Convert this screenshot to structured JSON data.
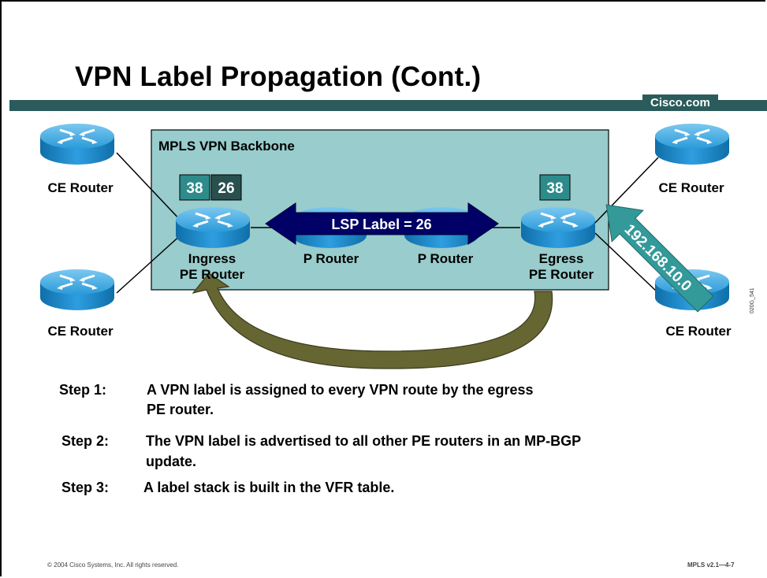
{
  "slide": {
    "title": "VPN Label Propagation (Cont.)",
    "brand": "Cisco.com",
    "copyright": "© 2004 Cisco Systems, Inc. All rights reserved.",
    "course_ref": "MPLS v2.1—4-7",
    "figure_id": "020G_541"
  },
  "diagram": {
    "backbone_label": "MPLS VPN Backbone",
    "lsp_label": "LSP Label = 26",
    "route_label": "192.168.10.0",
    "ingress_labels": [
      "38",
      "26"
    ],
    "egress_label": "38",
    "routers": {
      "ce_top_left": "CE Router",
      "ce_bottom_left": "CE Router",
      "ce_top_right": "CE Router",
      "ce_bottom_right": "CE Router",
      "ingress_line1": "Ingress",
      "ingress_line2": "PE Router",
      "p1": "P Router",
      "p2": "P Router",
      "egress_line1": "Egress",
      "egress_line2": "PE Router"
    },
    "colors": {
      "backbone_fill": "#99cccc",
      "label_box": "#2e8b8b",
      "label_box_dark": "#2a4f4f",
      "lsp_arrow": "#000066",
      "route_arrow": "#339999",
      "curved_arrow": "#666633",
      "router_blue": "#1f8fd0"
    }
  },
  "steps": [
    {
      "label": "Step 1:",
      "text_line1": "A VPN label is assigned to every VPN route by the egress",
      "text_line2": "PE router."
    },
    {
      "label": "Step 2:",
      "text_line1": "The VPN label is advertised to all other PE routers in an MP-BGP",
      "text_line2": "update."
    },
    {
      "label": "Step 3:",
      "text_line1": "A label stack is built in the VFR table.",
      "text_line2": ""
    }
  ]
}
